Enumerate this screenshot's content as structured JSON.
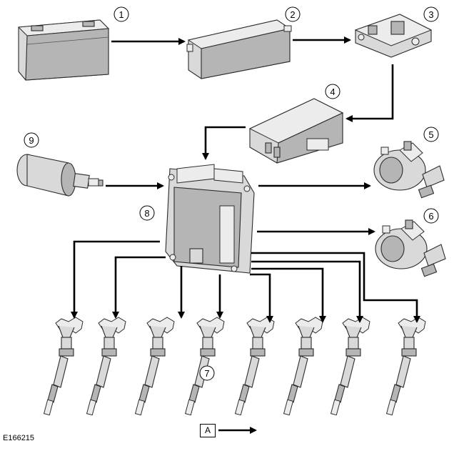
{
  "callouts": [
    "1",
    "2",
    "3",
    "4",
    "5",
    "6",
    "7",
    "8",
    "9"
  ],
  "reference_code": "E166215",
  "legend": {
    "label": "A"
  },
  "colors": {
    "component_fill": "#d9d9d9",
    "outline": "#2b2b2b",
    "arrow": "#000000"
  }
}
